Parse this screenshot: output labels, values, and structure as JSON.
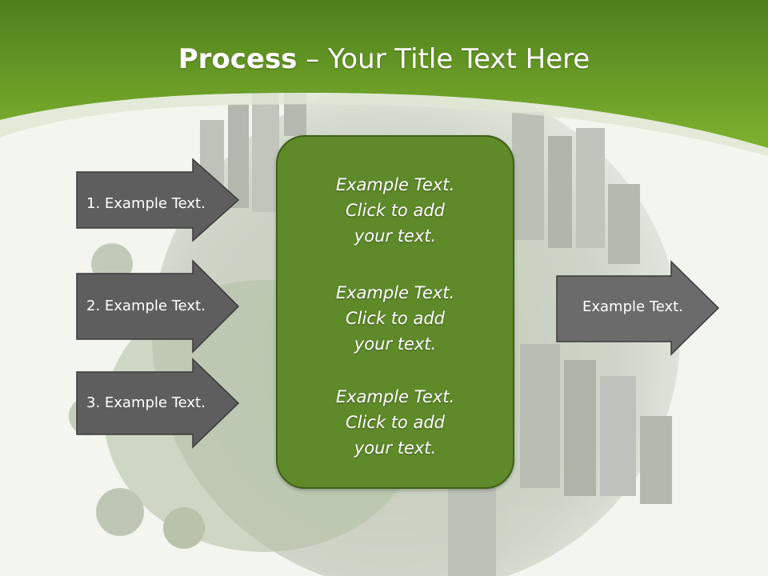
{
  "slide": {
    "title_bold": "Process",
    "title_rest": " – Your Title Text Here",
    "left_arrows": [
      {
        "label": "1. Example Text."
      },
      {
        "label": "2. Example Text."
      },
      {
        "label": "3. Example Text."
      }
    ],
    "center_blocks": [
      {
        "line1": "Example Text.",
        "line2": "Click  to add",
        "line3": "your text."
      },
      {
        "line1": "Example Text.",
        "line2": "Click  to add",
        "line3": "your text."
      },
      {
        "line1": "Example Text.",
        "line2": "Click  to add",
        "line3": "your text."
      }
    ],
    "right_arrow": {
      "label": "Example Text."
    }
  },
  "colors": {
    "header_green": "#6a9e2a",
    "box_green": "#5f8a2a",
    "arrow_gray": "#5e5e5e"
  }
}
